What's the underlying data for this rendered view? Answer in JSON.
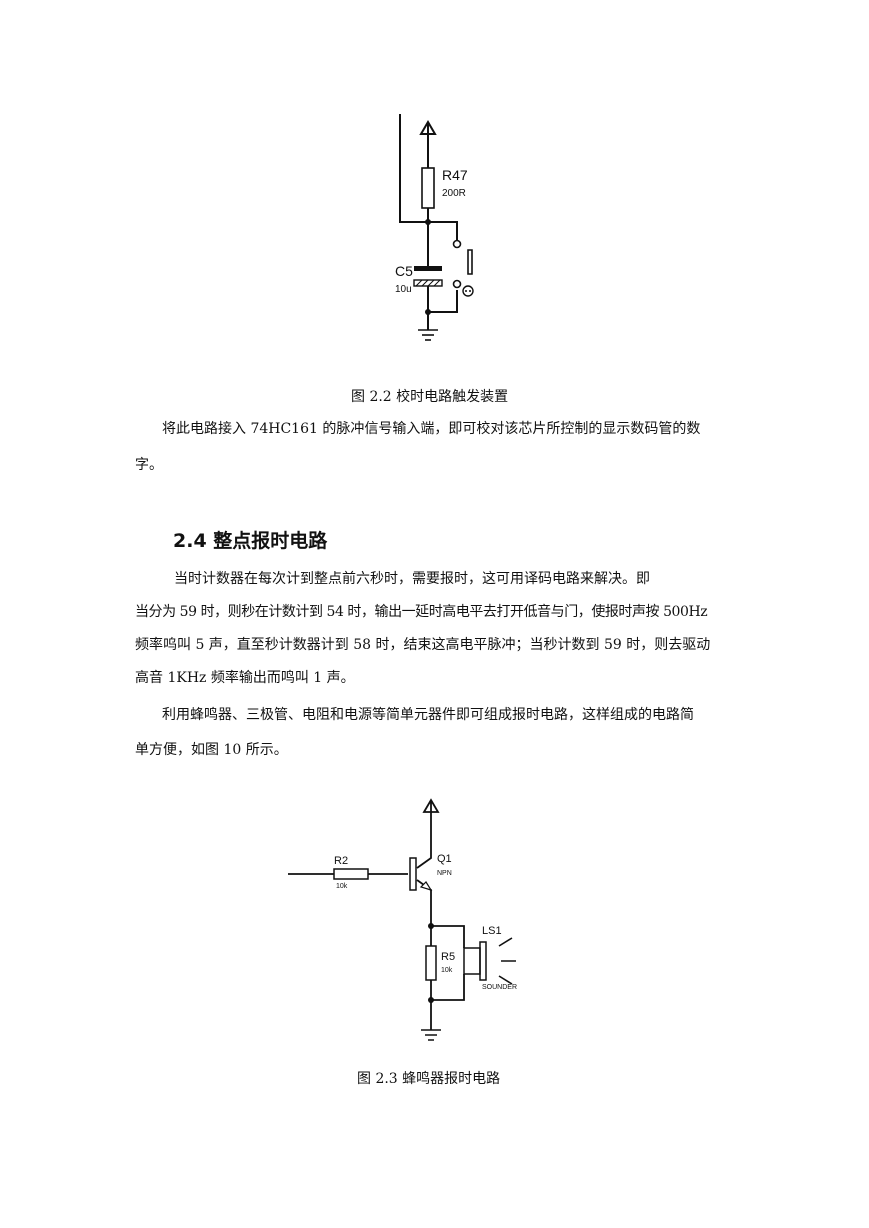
{
  "figure1": {
    "caption": "图 2.2  校时电路触发装置",
    "components": {
      "resistor": {
        "ref": "R47",
        "value": "200R"
      },
      "capacitor": {
        "ref": "C5",
        "value": "10u"
      }
    }
  },
  "paragraph1": {
    "line1": "将此电路接入 74HC161 的脉冲信号输入端，即可校对该芯片所控制的显示数码管的数",
    "line2": "字。"
  },
  "section": {
    "title": "2.4 整点报时电路"
  },
  "paragraph2": {
    "line1": "当时计数器在每次计到整点前六秒时，需要报时，这可用译码电路来解决。即",
    "line2": "当分为 59 时，则秒在计数计到 54 时，输出一延时高电平去打开低音与门，使报时声按 500Hz",
    "line3": "频率呜叫 5 声，直至秒计数器计到 58 时，结束这高电平脉冲；当秒计数到 59 时，则去驱动",
    "line4": "高音 1KHz 频率输出而鸣叫 1 声。"
  },
  "paragraph3": {
    "line1": "利用蜂鸣器、三极管、电阻和电源等简单元器件即可组成报时电路，这样组成的电路简",
    "line2": "单方便，如图 10 所示。"
  },
  "figure2": {
    "caption": "图 2.3  蜂鸣器报时电路",
    "components": {
      "resistor_base": {
        "ref": "R2",
        "value": "10k"
      },
      "transistor": {
        "ref": "Q1",
        "type": "NPN"
      },
      "resistor_load": {
        "ref": "R5",
        "value": "10k"
      },
      "sounder": {
        "ref": "LS1",
        "type": "SOUNDER"
      }
    }
  }
}
